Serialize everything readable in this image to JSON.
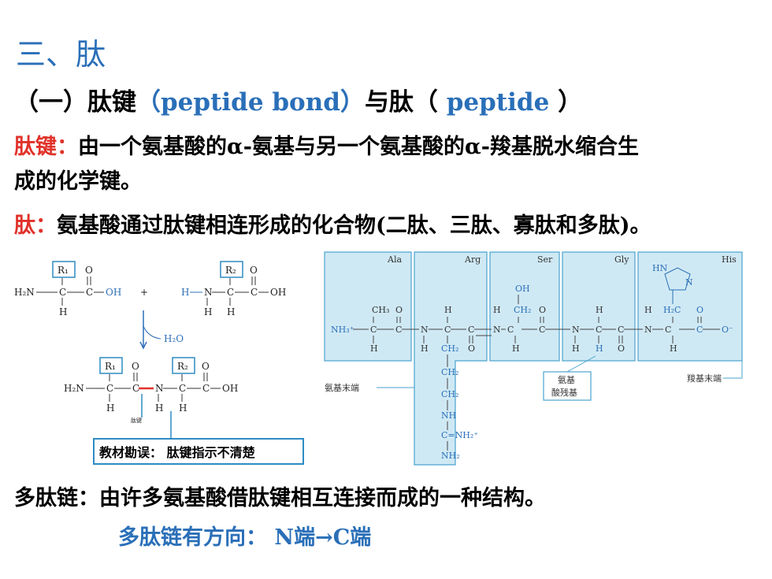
{
  "heading": "三、肽",
  "subheading": {
    "prefix": "（一）肽键",
    "bond_en": "（peptide bond）",
    "mid": "与肽（",
    "peptide_en": " peptide ",
    "suffix": "）"
  },
  "definitions": {
    "bond_term": "肽键：",
    "bond_text_line1": "由一个氨基酸的α-氨基与另一个氨基酸的α-羧基脱水缩合生",
    "bond_text_line2": "成的化学键。",
    "peptide_term": "肽：",
    "peptide_text": "氨基酸通过肽键相连形成的化合物(二肽、三肽、寡肽和多肽)。",
    "chain_term": "多肽链：",
    "chain_text": "由许多氨基酸借肽键相互连接而成的一种结构。",
    "direction_text": "多肽链有方向：",
    "direction_value": "N端→C端"
  },
  "left_figure": {
    "r1": "R₁",
    "r2": "R₂",
    "o": "O",
    "h": "H",
    "c": "C",
    "n": "N",
    "h2n": "H₂N",
    "oh": "OH",
    "plus": "+",
    "h_minus": "H",
    "water": "H₂O",
    "bond_tag": "肽键",
    "note": "教材勘误：  肽键指示不清楚"
  },
  "right_figure": {
    "residues": [
      "Ala",
      "Arg",
      "Ser",
      "Gly",
      "His"
    ],
    "nh3": "NH₃⁺",
    "ch3": "CH₃",
    "ch2": "CH₂",
    "oh": "OH",
    "nh": "NH",
    "cnh2": "C=NH₂⁺",
    "nh2": "NH₂",
    "hn": "HN",
    "h2c": "H₂C",
    "amino_end": "氨基末端",
    "carboxyl_end": "羧基末端",
    "residue_label_1": "氨基",
    "residue_label_2": "酸残基",
    "o_minus": "O⁻"
  },
  "colors": {
    "accent_blue": "#2a6fb8",
    "term_red": "#e0322a",
    "panel_fill": "#cfe9f4",
    "panel_stroke": "#4aa3cf"
  }
}
